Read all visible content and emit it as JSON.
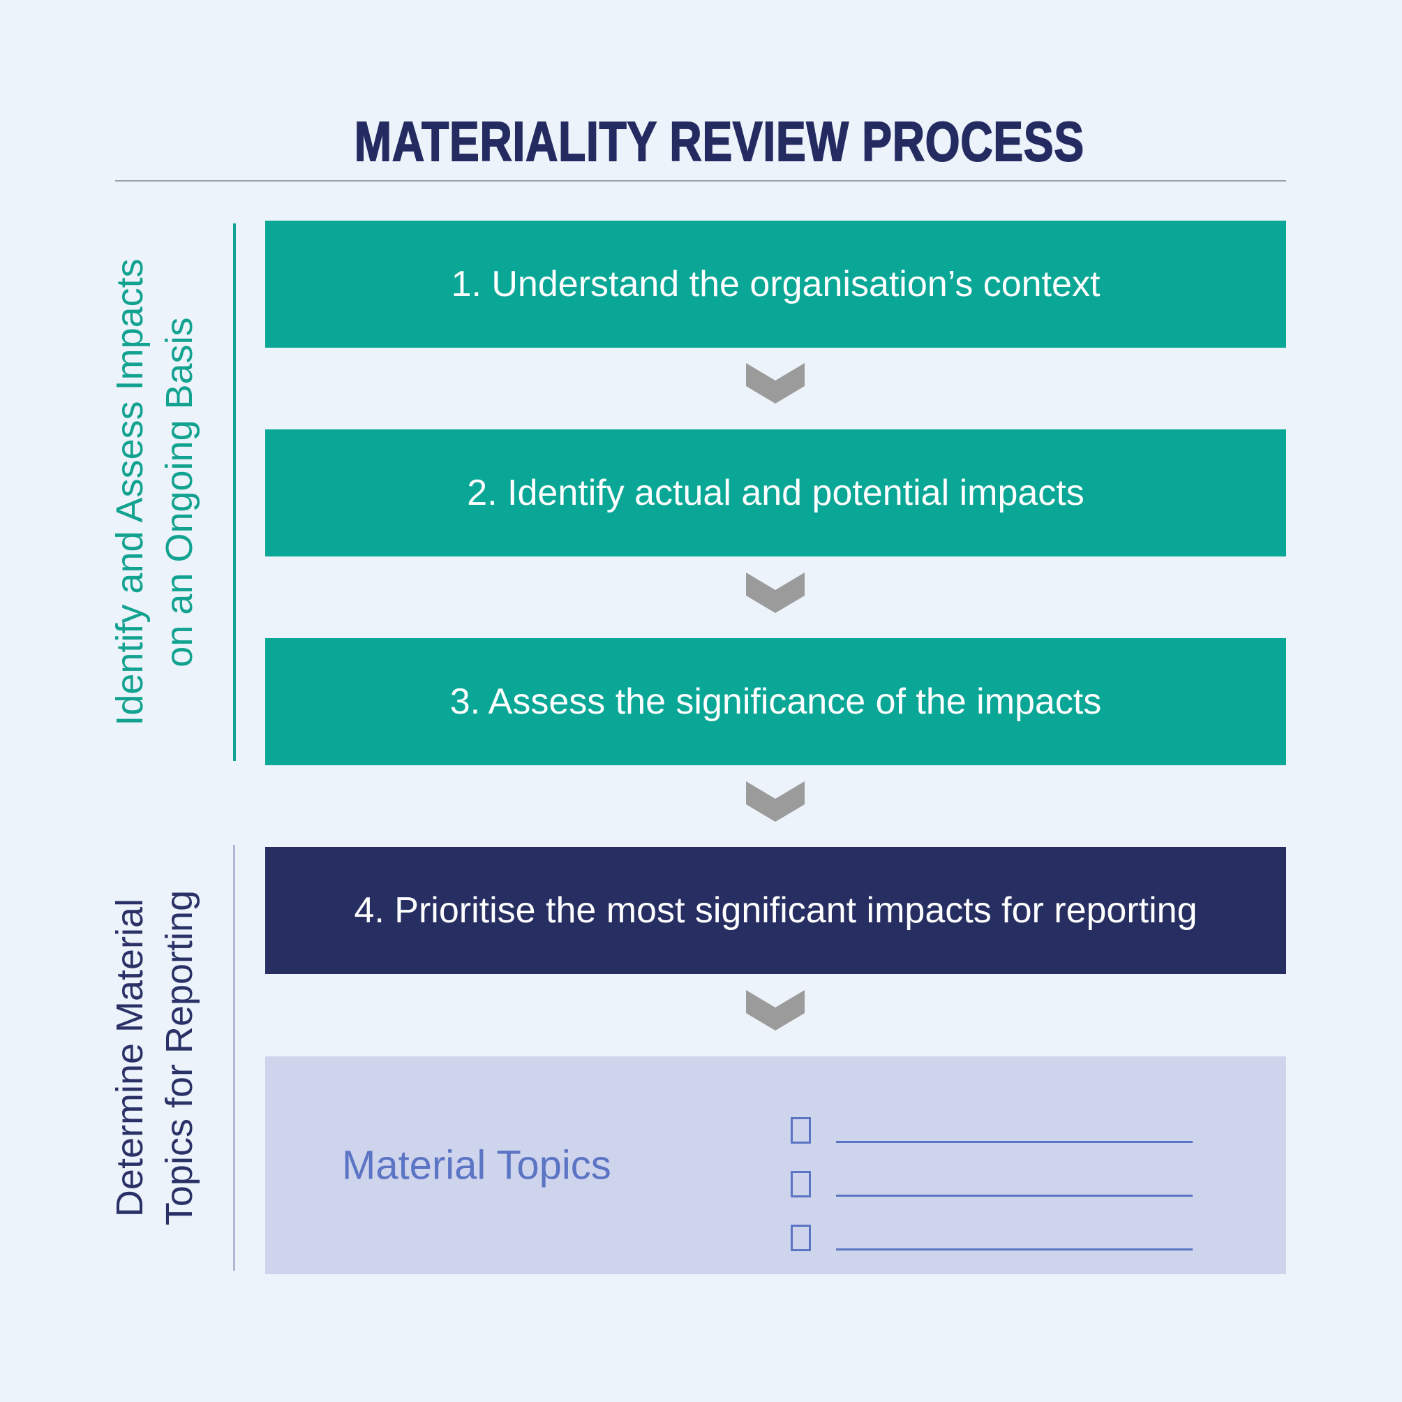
{
  "title": "MATERIALITY REVIEW PROCESS",
  "side_labels": {
    "identify_assess": {
      "line1": "Identify and Assess Impacts",
      "line2": "on an Ongoing Basis"
    },
    "determine_material": {
      "line1": "Determine Material",
      "line2": "Topics for Reporting"
    }
  },
  "steps": [
    {
      "label": "1. Understand the organisation’s context"
    },
    {
      "label": "2. Identify actual and potential impacts"
    },
    {
      "label": "3. Assess the significance of the impacts"
    },
    {
      "label": "4. Prioritise the most significant impacts for reporting"
    }
  ],
  "result_box": {
    "label": "Material Topics",
    "checklist_rows": 3
  },
  "icons": {
    "between_steps": "chevron-down-icon",
    "checklist_bullet": "checkbox-icon"
  },
  "colors": {
    "background": "#EDF3FA",
    "teal": "#0AA796",
    "teal_label": "#12A290",
    "navy": "#272F62",
    "title_navy": "#242B61",
    "lavender": "#CFD4ED",
    "periwinkle": "#5B74C4",
    "chevron_gray": "#9B9B9B",
    "rule_gray": "#98A0A8",
    "gray_blue_line": "#B0B7D5"
  }
}
